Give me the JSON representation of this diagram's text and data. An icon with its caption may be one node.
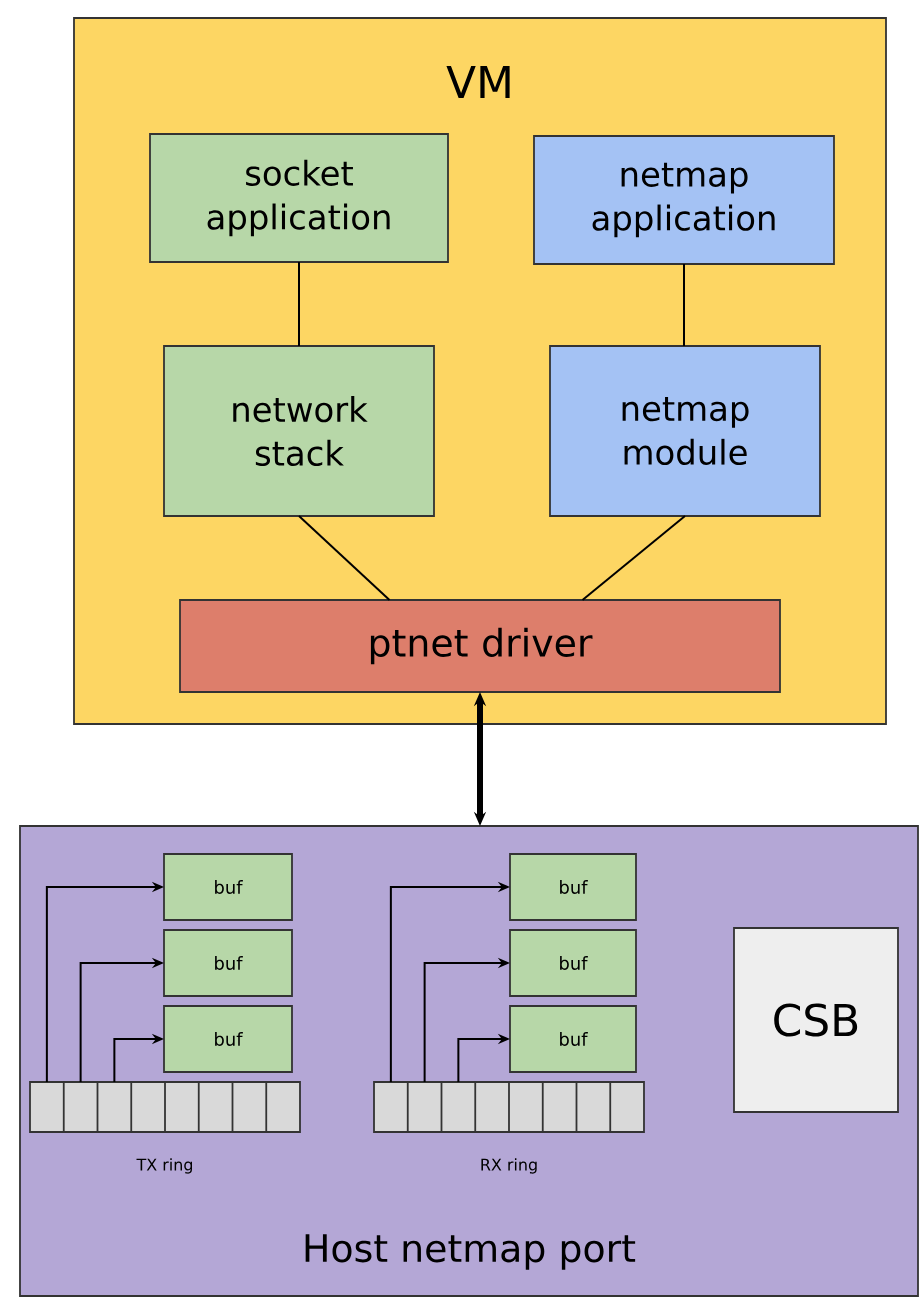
{
  "diagram": {
    "nodes": [
      {
        "text": [
          "VM"
        ]
      },
      {
        "text": [
          "socket application"
        ],
        "in": 0
      },
      {
        "text": [
          "netmap application"
        ],
        "in": 0
      },
      {
        "text": [
          "network stack"
        ],
        "in": 0
      },
      {
        "text": [
          "netmap module"
        ],
        "in": 0
      },
      {
        "text": [
          "ptnet driver"
        ],
        "in": 0
      },
      {
        "text": [
          "Host netmap port"
        ]
      },
      {
        "text": [
          "buf"
        ],
        "in": 6
      },
      {
        "text": [
          "buf"
        ],
        "in": 6
      },
      {
        "text": [
          "buf"
        ],
        "in": 6
      },
      {
        "text": [
          "buf"
        ],
        "in": 6
      },
      {
        "text": [
          "buf"
        ],
        "in": 6
      },
      {
        "text": [
          "buf"
        ],
        "in": 6
      },
      {
        "text": [
          "CSB"
        ],
        "in": 6
      },
      {
        "text": [],
        "shape": "bar",
        "beside": [
          "TX ring"
        ],
        "in": 6
      },
      {
        "text": [],
        "shape": "bar",
        "beside": [
          "RX ring"
        ],
        "in": 6
      }
    ],
    "edges": [
      {
        "from": 1,
        "to": 3,
        "arrow": "none"
      },
      {
        "from": 2,
        "to": 4,
        "arrow": "none"
      },
      {
        "from": 3,
        "to": 5,
        "arrow": "none"
      },
      {
        "from": 4,
        "to": 5,
        "arrow": "none"
      },
      {
        "from": 5,
        "to": 6,
        "arrow": "both",
        "style": "thick"
      },
      {
        "from": 14,
        "to": 7,
        "arrow": "to"
      },
      {
        "from": 14,
        "to": 8,
        "arrow": "to"
      },
      {
        "from": 14,
        "to": 9,
        "arrow": "to"
      },
      {
        "from": 15,
        "to": 10,
        "arrow": "to"
      },
      {
        "from": 15,
        "to": 11,
        "arrow": "to"
      },
      {
        "from": 15,
        "to": 12,
        "arrow": "to"
      }
    ]
  }
}
